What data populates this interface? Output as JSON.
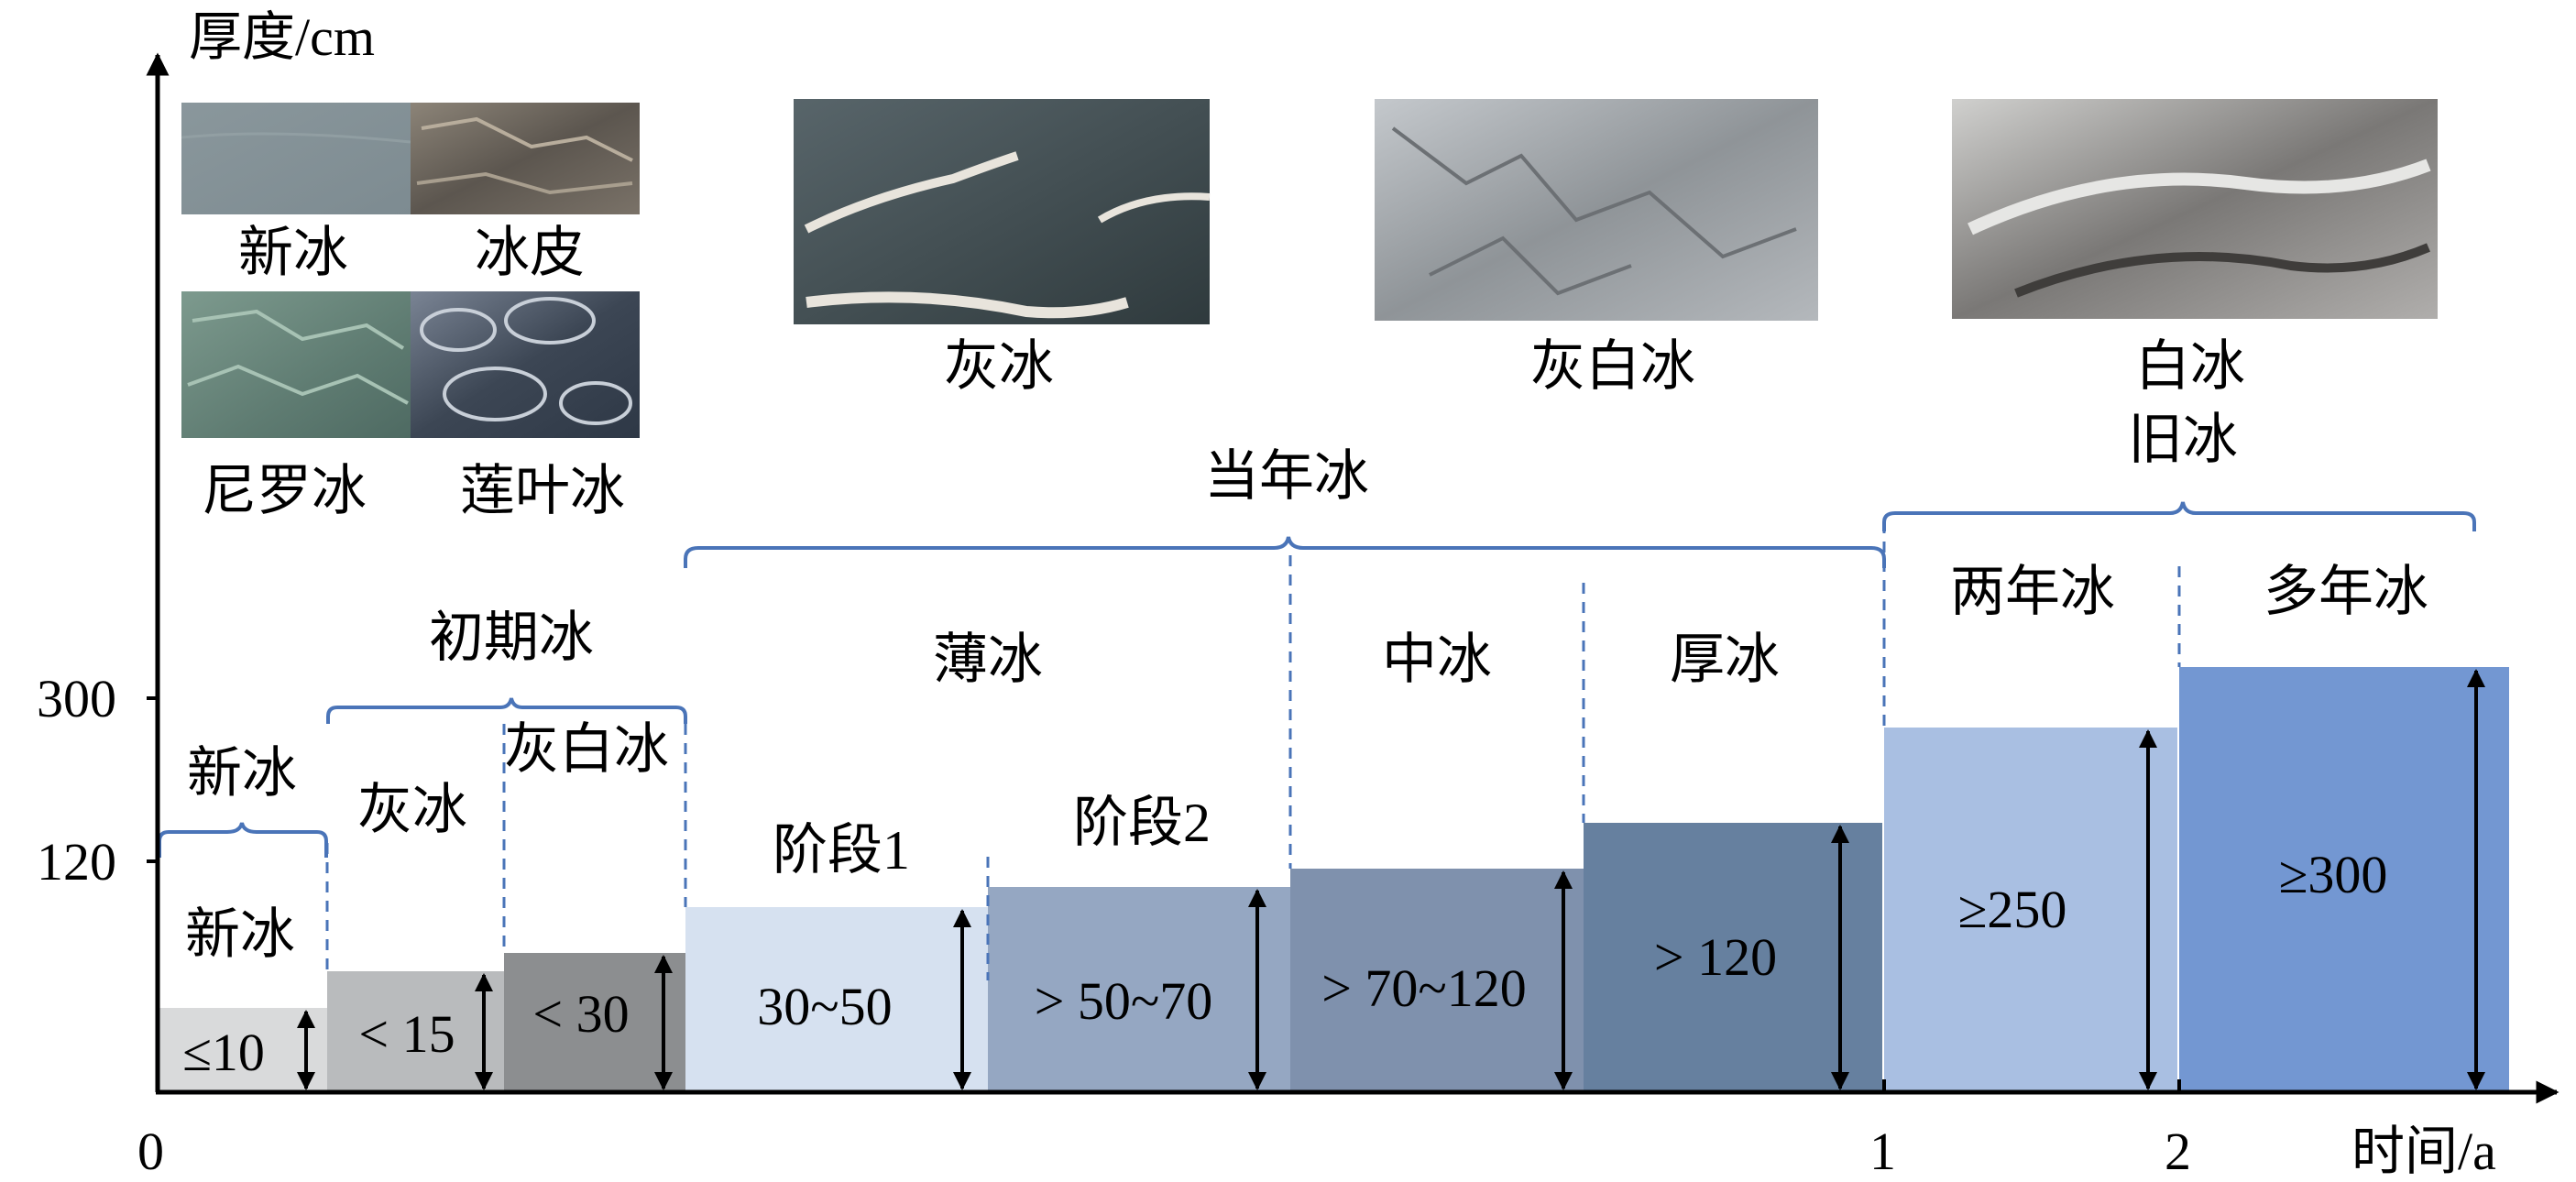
{
  "axes": {
    "y_label": "厚度/cm",
    "x_label": "时间/a",
    "y_ticks": [
      "300",
      "120"
    ],
    "x_ticks": [
      "0",
      "1",
      "2"
    ]
  },
  "photos": [
    {
      "name": "new-ice-photo",
      "label": "新冰",
      "color": "#8c9aa0"
    },
    {
      "name": "ice-rind-photo",
      "label": "冰皮",
      "color": "#6e6860"
    },
    {
      "name": "nilas-photo",
      "label": "尼罗冰",
      "color": "#6f8a80"
    },
    {
      "name": "pancake-ice-photo",
      "label": "莲叶冰",
      "color": "#4a5563"
    },
    {
      "name": "grey-ice-photo",
      "label": "灰冰",
      "color": "#3e4a4c"
    },
    {
      "name": "grey-white-ice-photo",
      "label": "灰白冰",
      "color": "#a8acb0"
    },
    {
      "name": "white-ice-photo",
      "label": "白冰",
      "color": "#9a9a98"
    }
  ],
  "groups": {
    "new_ice": "新冰",
    "young_ice": "初期冰",
    "first_year_ice": "当年冰",
    "old_ice": "旧冰"
  },
  "column_labels": {
    "new_ice": "新冰",
    "grey_ice": "灰冰",
    "grey_white_ice": "灰白冰",
    "thin_ice": "薄冰",
    "stage1": "阶段1",
    "stage2": "阶段2",
    "medium_ice": "中冰",
    "thick_ice": "厚冰",
    "second_year_ice": "两年冰",
    "multi_year_ice": "多年冰"
  },
  "bars": [
    {
      "name": "new-ice",
      "top_label": "新冰",
      "value_label": "≤10",
      "color": "#d9dadb"
    },
    {
      "name": "grey-ice",
      "value_label": "< 15",
      "color": "#b9bbbd"
    },
    {
      "name": "grey-white-ice",
      "value_label": "< 30",
      "color": "#8c8e90"
    },
    {
      "name": "thin-ice-stage1",
      "value_label": "30~50",
      "color": "#d6e1f0"
    },
    {
      "name": "thin-ice-stage2",
      "value_label": "> 50~70",
      "color": "#95a7c2"
    },
    {
      "name": "medium-ice",
      "value_label": "> 70~120",
      "color": "#7f91ad"
    },
    {
      "name": "thick-ice",
      "value_label": "> 120",
      "color": "#66809f"
    },
    {
      "name": "second-year-ice",
      "value_label": "≥250",
      "color": "#a9bfe2"
    },
    {
      "name": "multi-year-ice",
      "value_label": "≥300",
      "color": "#7397d2"
    }
  ],
  "colors": {
    "brace": "#4a74b8",
    "axis": "#000000"
  }
}
